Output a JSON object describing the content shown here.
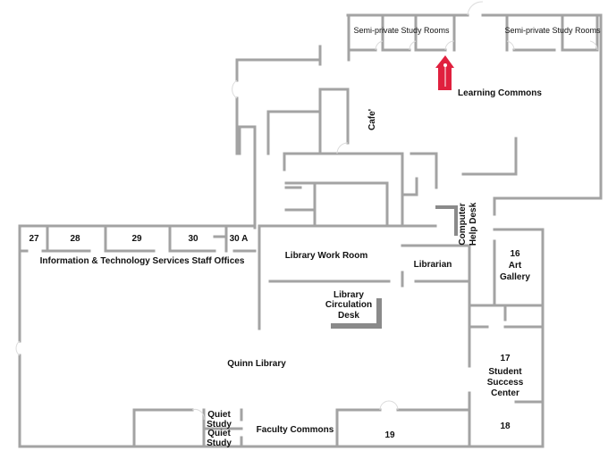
{
  "rooms": {
    "semi_private_left": "Semi-private Study Rooms",
    "semi_private_right": "Semi-private Study Rooms",
    "learning_commons": "Learning Commons",
    "cafe": "Cafe'",
    "computer_help_desk_1": "Computer",
    "computer_help_desk_2": "Help Desk",
    "library_work_room": "Library Work Room",
    "librarian": "Librarian",
    "art_gallery_num": "16",
    "art_gallery_1": "Art",
    "art_gallery_2": "Gallery",
    "circ_desk_1": "Library",
    "circ_desk_2": "Circulation",
    "circ_desk_3": "Desk",
    "its_27": "27",
    "its_28": "28",
    "its_29": "29",
    "its_30": "30",
    "its_30a": "30 A",
    "its_offices": "Information & Technology Services Staff Offices",
    "quinn_library": "Quinn Library",
    "quiet_study_1a": "Quiet",
    "quiet_study_1b": "Study",
    "quiet_study_2a": "Quiet",
    "quiet_study_2b": "Study",
    "faculty_commons": "Faculty Commons",
    "room_19": "19",
    "ssc_num": "17",
    "ssc_1": "Student",
    "ssc_2": "Success",
    "ssc_3": "Center",
    "room_18": "18"
  },
  "colors": {
    "you_are_here": "#e0203e",
    "wall": "#a3a3a3"
  }
}
